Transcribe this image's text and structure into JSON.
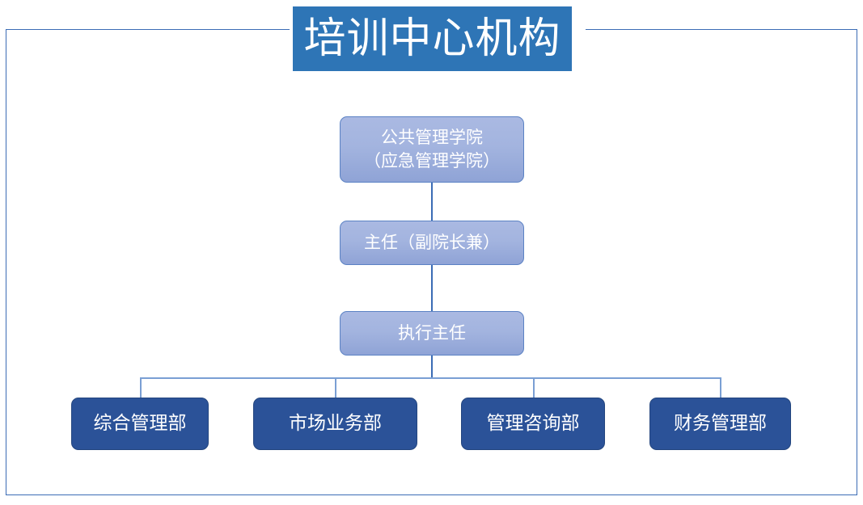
{
  "title": {
    "text": "培训中心机构"
  },
  "colors": {
    "title_banner_bg": "#2e75b6",
    "frame_border": "#3b6cb5",
    "light_node_top": "#aab9e2",
    "light_node_bottom": "#8fa3d6",
    "light_node_border": "#5b82c4",
    "dark_node_bg": "#2b5298",
    "connector": "#3b6cb5",
    "text_on_node": "#ffffff"
  },
  "chart_data": {
    "type": "diagram",
    "title": "培训中心机构",
    "nodes": [
      {
        "id": "college",
        "label_line1": "公共管理学院",
        "label_line2": "（应急管理学院）",
        "level": 0,
        "style": "light"
      },
      {
        "id": "director",
        "label_line1": "主任（副院长兼）",
        "label_line2": "",
        "level": 1,
        "style": "light"
      },
      {
        "id": "exec",
        "label_line1": "执行主任",
        "label_line2": "",
        "level": 2,
        "style": "light"
      }
    ],
    "departments": [
      {
        "id": "dept-0",
        "label": "综合管理部"
      },
      {
        "id": "dept-1",
        "label": "市场业务部"
      },
      {
        "id": "dept-2",
        "label": "管理咨询部"
      },
      {
        "id": "dept-3",
        "label": "财务管理部"
      }
    ],
    "edges": [
      {
        "from": "college",
        "to": "director"
      },
      {
        "from": "director",
        "to": "exec"
      },
      {
        "from": "exec",
        "to": "dept-0"
      },
      {
        "from": "exec",
        "to": "dept-1"
      },
      {
        "from": "exec",
        "to": "dept-2"
      },
      {
        "from": "exec",
        "to": "dept-3"
      }
    ]
  }
}
